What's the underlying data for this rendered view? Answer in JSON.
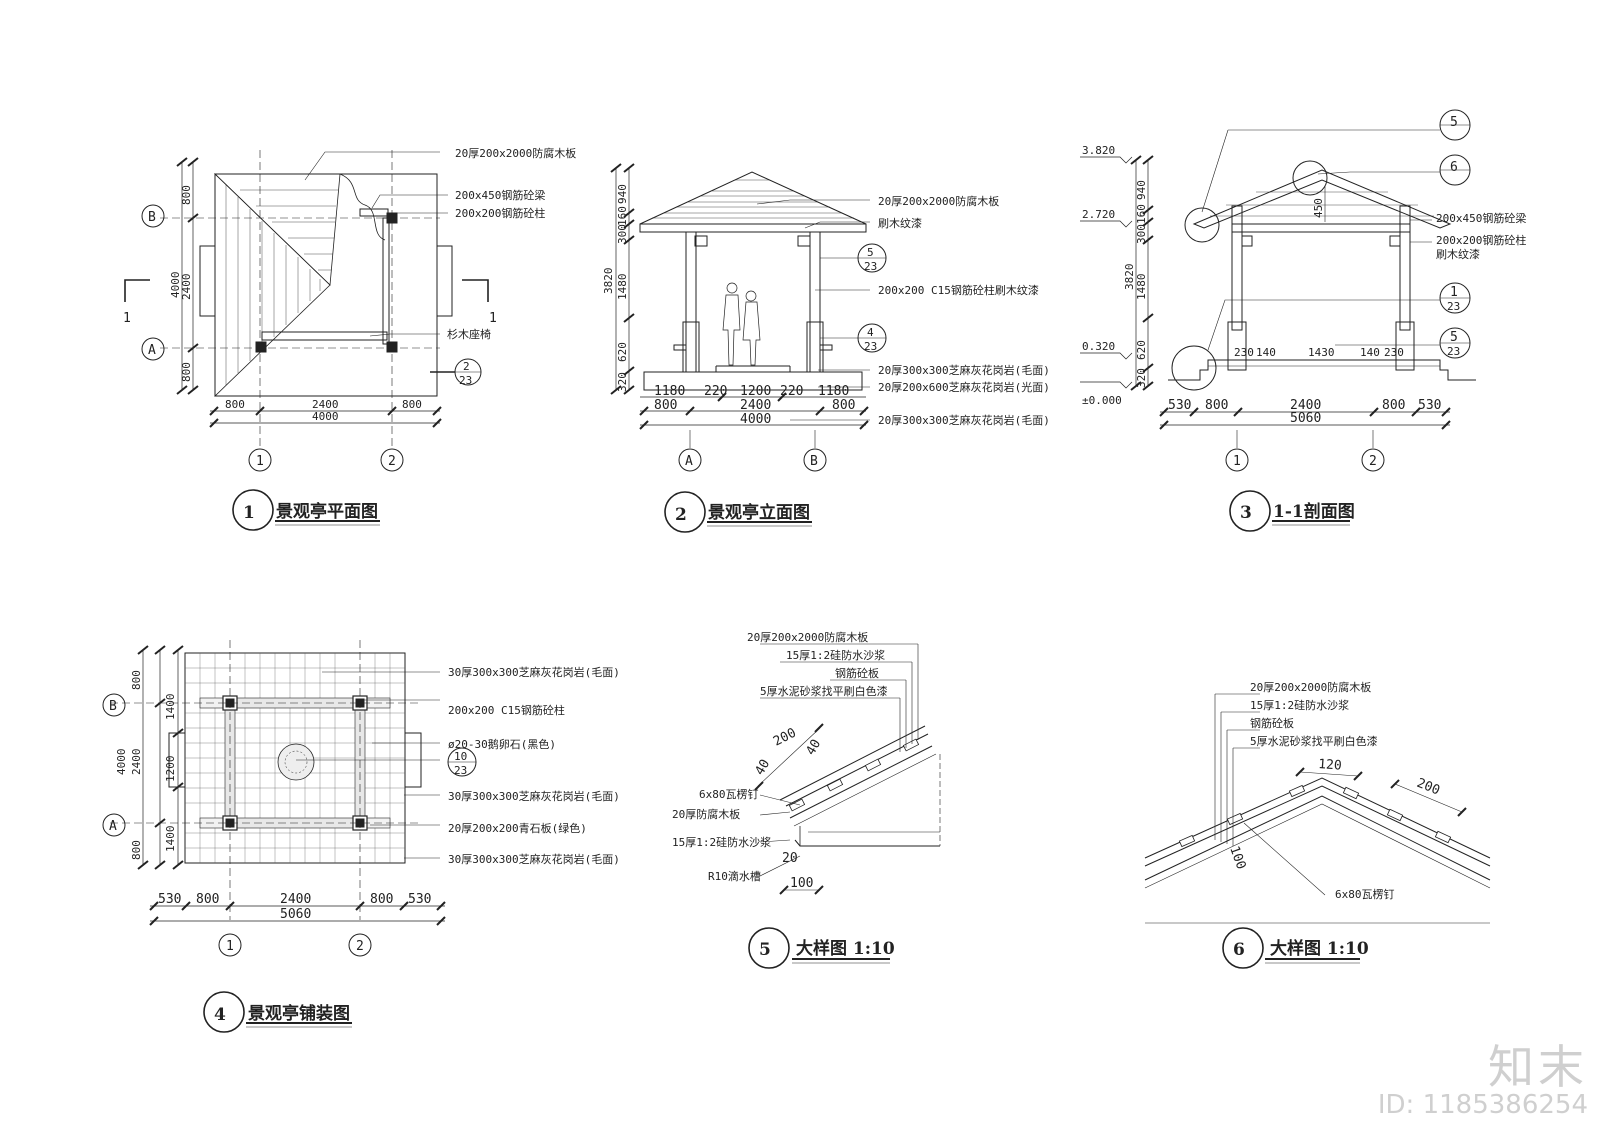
{
  "plan": {
    "title": "景观亭平面图",
    "num": "1",
    "labels": [
      "20厚200x2000防腐木板",
      "200x450钢筋砼梁",
      "200x200钢筋砼柱",
      "杉木座椅"
    ],
    "axis_b": "B",
    "axis_a": "A",
    "axis_1": "1",
    "axis_2": "2",
    "cut_label": "1",
    "ref_num": "2",
    "ref_sheet": "23",
    "dim_v1": "800",
    "dim_v2": "2400",
    "dim_v3": "800",
    "dim_vt": "4000",
    "dim_h1": "800",
    "dim_h2": "2400",
    "dim_h3": "800",
    "dim_ht": "4000"
  },
  "elev": {
    "title": "景观亭立面图",
    "num": "2",
    "labels": [
      "20厚200x2000防腐木板",
      "刷木纹漆",
      "200x200 C15钢筋砼柱刷木纹漆",
      "20厚300x300芝麻灰花岗岩(毛面)",
      "20厚200x600芝麻灰花岗岩(光面)",
      "20厚300x300芝麻灰花岗岩(毛面)"
    ],
    "ref5_num": "5",
    "ref5_sheet": "23",
    "ref4_num": "4",
    "ref4_sheet": "23",
    "dim_v": [
      "940",
      "160",
      "300",
      "1480",
      "620",
      "320"
    ],
    "dim_vt": "3820",
    "dim_h1": [
      "1180",
      "220",
      "1200",
      "220",
      "1180"
    ],
    "dim_h2": [
      "800",
      "2400",
      "800"
    ],
    "dim_ht": "4000",
    "axis_a": "A",
    "axis_b": "B"
  },
  "section": {
    "title": "1-1剖面图",
    "num": "3",
    "labels": [
      "200x450钢筋砼梁",
      "200x200钢筋砼柱",
      "刷木纹漆"
    ],
    "levels": [
      "3.820",
      "2.720",
      "0.320",
      "±0.000"
    ],
    "ref_nums": [
      "5",
      "6",
      "1",
      "5"
    ],
    "ref_sheet": "23",
    "dim_450": "450",
    "dim_v": [
      "940",
      "160",
      "300",
      "1480",
      "620",
      "320"
    ],
    "dim_vt": "3820",
    "dim_inner": [
      "230",
      "140",
      "1430",
      "140",
      "230"
    ],
    "dim_h": [
      "530",
      "800",
      "2400",
      "800",
      "530"
    ],
    "dim_ht": "5060",
    "axis_1": "1",
    "axis_2": "2"
  },
  "paving": {
    "title": "景观亭铺装图",
    "num": "4",
    "labels": [
      "30厚300x300芝麻灰花岗岩(毛面)",
      "200x200 C15钢筋砼柱",
      "ø20-30鹅卵石(黑色)",
      "30厚300x300芝麻灰花岗岩(毛面)",
      "20厚200x200青石板(绿色)",
      "30厚300x300芝麻灰花岗岩(毛面)"
    ],
    "ref_num": "10",
    "ref_sheet": "23",
    "dim_v_outer": [
      "800",
      "2400",
      "800"
    ],
    "dim_vt": "4000",
    "dim_v_inner": [
      "1400",
      "1200",
      "1400"
    ],
    "dim_h": [
      "530",
      "800",
      "2400",
      "800",
      "530"
    ],
    "dim_ht": "5060",
    "axis_b": "B",
    "axis_a": "A",
    "axis_1": "1",
    "axis_2": "2"
  },
  "detail5": {
    "title": "大样图 1:10",
    "num": "5",
    "labels": [
      "20厚200x2000防腐木板",
      "15厚1:2硅防水沙浆",
      "钢筋砼板",
      "5厚水泥砂浆找平刷白色漆"
    ],
    "left_labels": [
      "6x80瓦楞钉",
      "20厚防腐木板",
      "15厚1:2硅防水沙浆",
      "R10滴水槽"
    ],
    "dims": [
      "200",
      "40",
      "40",
      "20",
      "100"
    ]
  },
  "detail6": {
    "title": "大样图 1:10",
    "num": "6",
    "labels": [
      "20厚200x2000防腐木板",
      "15厚1:2硅防水沙浆",
      "钢筋砼板",
      "5厚水泥砂浆找平刷白色漆"
    ],
    "nail_label": "6x80瓦楞钉",
    "dims": [
      "120",
      "200",
      "100"
    ]
  },
  "watermark": {
    "logo": "知末",
    "id": "ID: 1185386254"
  }
}
